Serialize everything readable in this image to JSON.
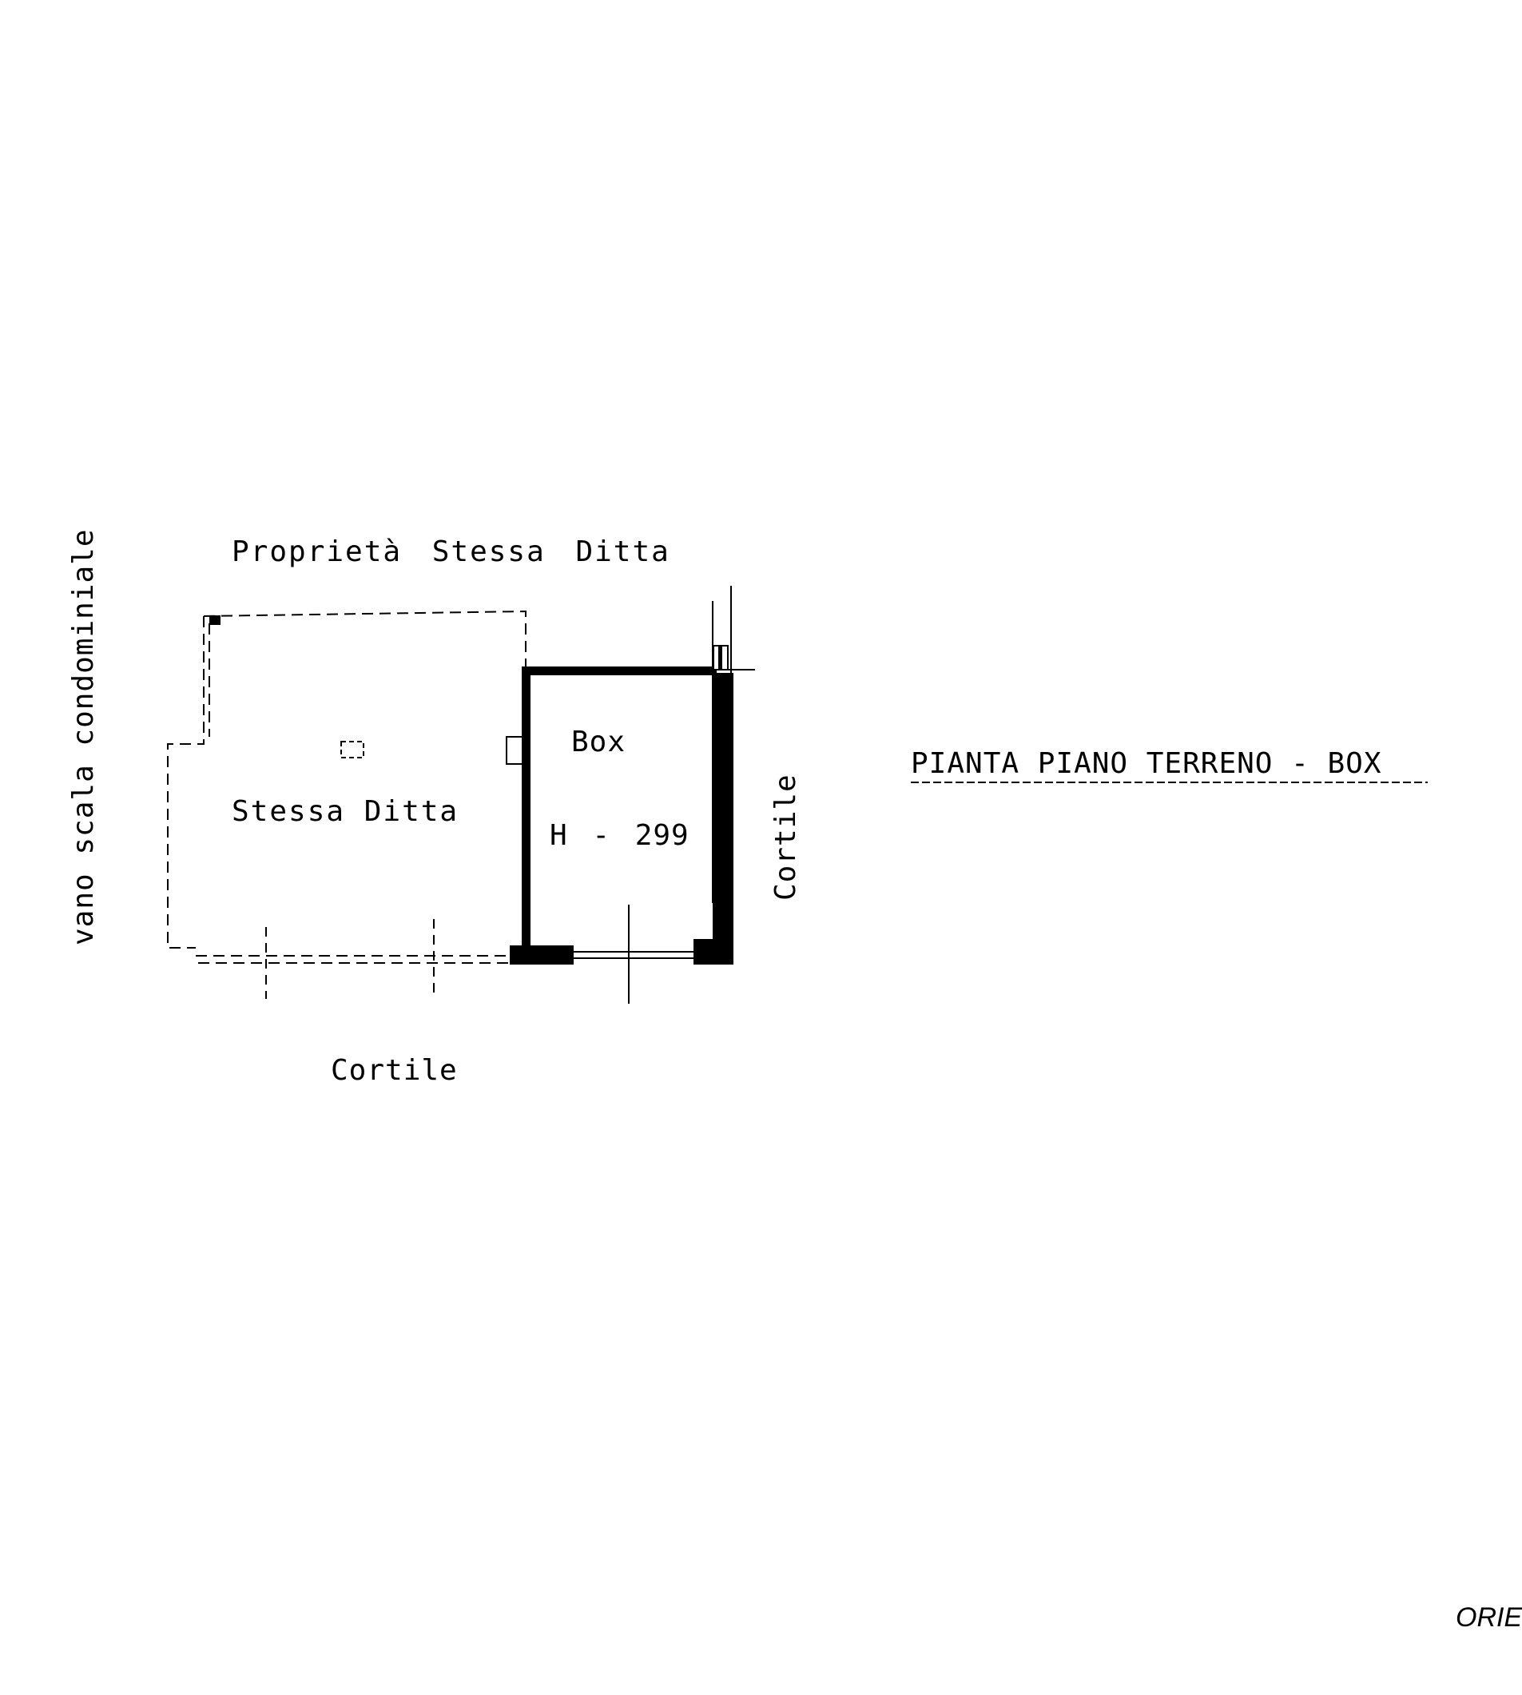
{
  "labels": {
    "top_neighbour": "Proprietà Stessa Ditta",
    "left_side": "vano scala condominiale",
    "room_main": "Stessa Ditta",
    "room_box": "Box",
    "box_height": "H - 299",
    "right_side": "Cortile",
    "bottom_side": "Cortile",
    "plan_title": "PIANTA PIANO TERRENO - BOX",
    "corner_note": "ORIE"
  }
}
